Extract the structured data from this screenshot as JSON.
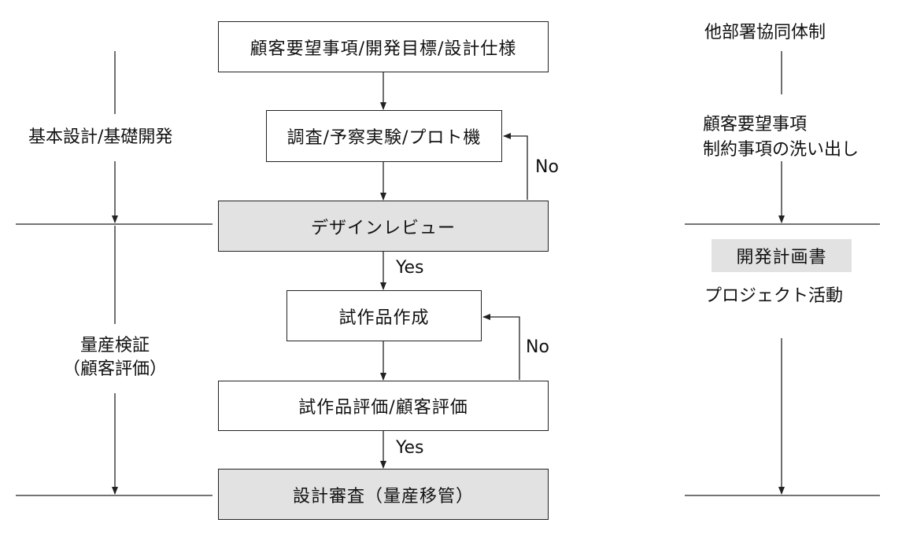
{
  "flow": {
    "box1": "顧客要望事項/開発目標/設計仕様",
    "box2": "調査/予察実験/プロト機",
    "box3": "デザインレビュー",
    "box4": "試作品作成",
    "box5": "試作品評価/顧客評価",
    "box6": "設計審査（量産移管）",
    "yes1": "Yes",
    "yes2": "Yes",
    "no1": "No",
    "no2": "No"
  },
  "left_phases": {
    "phase1": "基本設計/基礎開発",
    "phase2_line1": "量産検証",
    "phase2_line2": "（顧客評価）"
  },
  "right_panel": {
    "title": "他部署協同体制",
    "line1": "顧客要望事項",
    "line2": "制約事項の洗い出し",
    "plan": "開発計画書",
    "activity": "プロジェクト活動"
  },
  "colors": {
    "shaded_box": "#e2e2e2",
    "line": "#222222"
  }
}
